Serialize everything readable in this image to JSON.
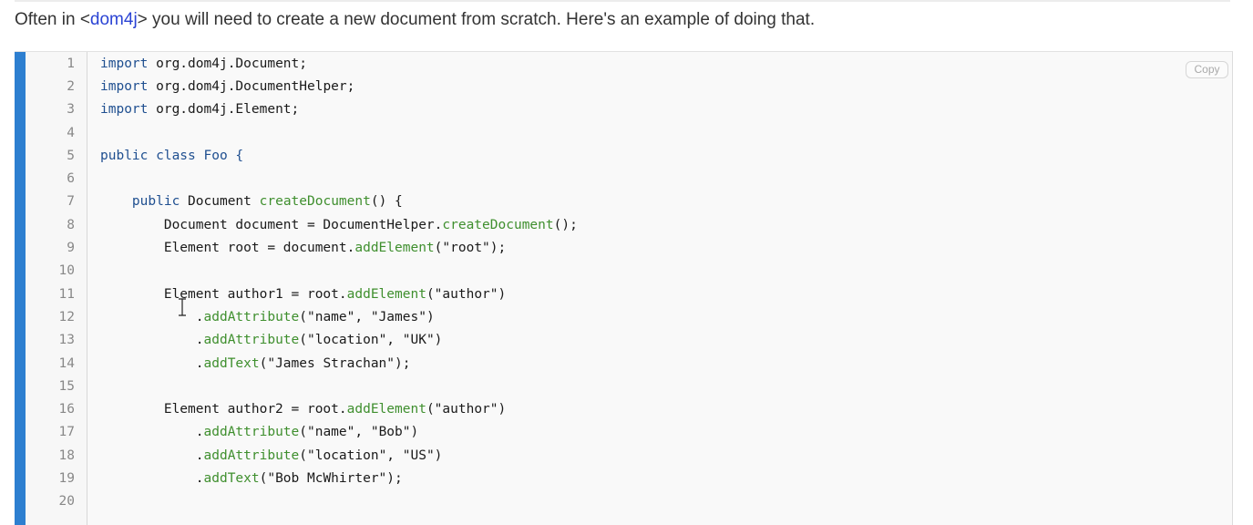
{
  "intro": {
    "before": "Often in <",
    "library": "dom4j",
    "after": "> you will need to create a new document from scratch. Here's an example of doing that."
  },
  "code_block": {
    "copy_label": "Copy",
    "colors": {
      "accent": "#2d7fd0",
      "keyword": "#1f4f90",
      "method": "#3f8f2e",
      "line_number": "#888888"
    },
    "lines": [
      {
        "n": "1",
        "tokens": [
          {
            "t": "import",
            "c": "kw"
          },
          {
            "t": " org.dom4j.Document;",
            "c": "plain"
          }
        ]
      },
      {
        "n": "2",
        "tokens": [
          {
            "t": "import",
            "c": "kw"
          },
          {
            "t": " org.dom4j.DocumentHelper;",
            "c": "plain"
          }
        ]
      },
      {
        "n": "3",
        "tokens": [
          {
            "t": "import",
            "c": "kw"
          },
          {
            "t": " org.dom4j.Element;",
            "c": "plain"
          }
        ]
      },
      {
        "n": "4",
        "tokens": []
      },
      {
        "n": "5",
        "tokens": [
          {
            "t": "public class Foo {",
            "c": "kw"
          }
        ]
      },
      {
        "n": "6",
        "tokens": []
      },
      {
        "n": "7",
        "tokens": [
          {
            "t": "    public",
            "c": "kw"
          },
          {
            "t": " Document ",
            "c": "plain"
          },
          {
            "t": "createDocument",
            "c": "fn"
          },
          {
            "t": "() {",
            "c": "plain"
          }
        ]
      },
      {
        "n": "8",
        "tokens": [
          {
            "t": "        Document document = DocumentHelper.",
            "c": "plain"
          },
          {
            "t": "createDocument",
            "c": "fn"
          },
          {
            "t": "();",
            "c": "plain"
          }
        ]
      },
      {
        "n": "9",
        "tokens": [
          {
            "t": "        Element root = document.",
            "c": "plain"
          },
          {
            "t": "addElement",
            "c": "fn"
          },
          {
            "t": "(\"root\");",
            "c": "plain"
          }
        ]
      },
      {
        "n": "10",
        "tokens": []
      },
      {
        "n": "11",
        "tokens": [
          {
            "t": "        Element author1 = root.",
            "c": "plain"
          },
          {
            "t": "addElement",
            "c": "fn"
          },
          {
            "t": "(\"author\")",
            "c": "plain"
          }
        ]
      },
      {
        "n": "12",
        "tokens": [
          {
            "t": "            .",
            "c": "plain"
          },
          {
            "t": "addAttribute",
            "c": "fn"
          },
          {
            "t": "(\"name\", \"James\")",
            "c": "plain"
          }
        ]
      },
      {
        "n": "13",
        "tokens": [
          {
            "t": "            .",
            "c": "plain"
          },
          {
            "t": "addAttribute",
            "c": "fn"
          },
          {
            "t": "(\"location\", \"UK\")",
            "c": "plain"
          }
        ]
      },
      {
        "n": "14",
        "tokens": [
          {
            "t": "            .",
            "c": "plain"
          },
          {
            "t": "addText",
            "c": "fn"
          },
          {
            "t": "(\"James Strachan\");",
            "c": "plain"
          }
        ]
      },
      {
        "n": "15",
        "tokens": []
      },
      {
        "n": "16",
        "tokens": [
          {
            "t": "        Element author2 = root.",
            "c": "plain"
          },
          {
            "t": "addElement",
            "c": "fn"
          },
          {
            "t": "(\"author\")",
            "c": "plain"
          }
        ]
      },
      {
        "n": "17",
        "tokens": [
          {
            "t": "            .",
            "c": "plain"
          },
          {
            "t": "addAttribute",
            "c": "fn"
          },
          {
            "t": "(\"name\", \"Bob\")",
            "c": "plain"
          }
        ]
      },
      {
        "n": "18",
        "tokens": [
          {
            "t": "            .",
            "c": "plain"
          },
          {
            "t": "addAttribute",
            "c": "fn"
          },
          {
            "t": "(\"location\", \"US\")",
            "c": "plain"
          }
        ]
      },
      {
        "n": "19",
        "tokens": [
          {
            "t": "            .",
            "c": "plain"
          },
          {
            "t": "addText",
            "c": "fn"
          },
          {
            "t": "(\"Bob McWhirter\");",
            "c": "plain"
          }
        ]
      },
      {
        "n": "20",
        "tokens": []
      }
    ]
  }
}
